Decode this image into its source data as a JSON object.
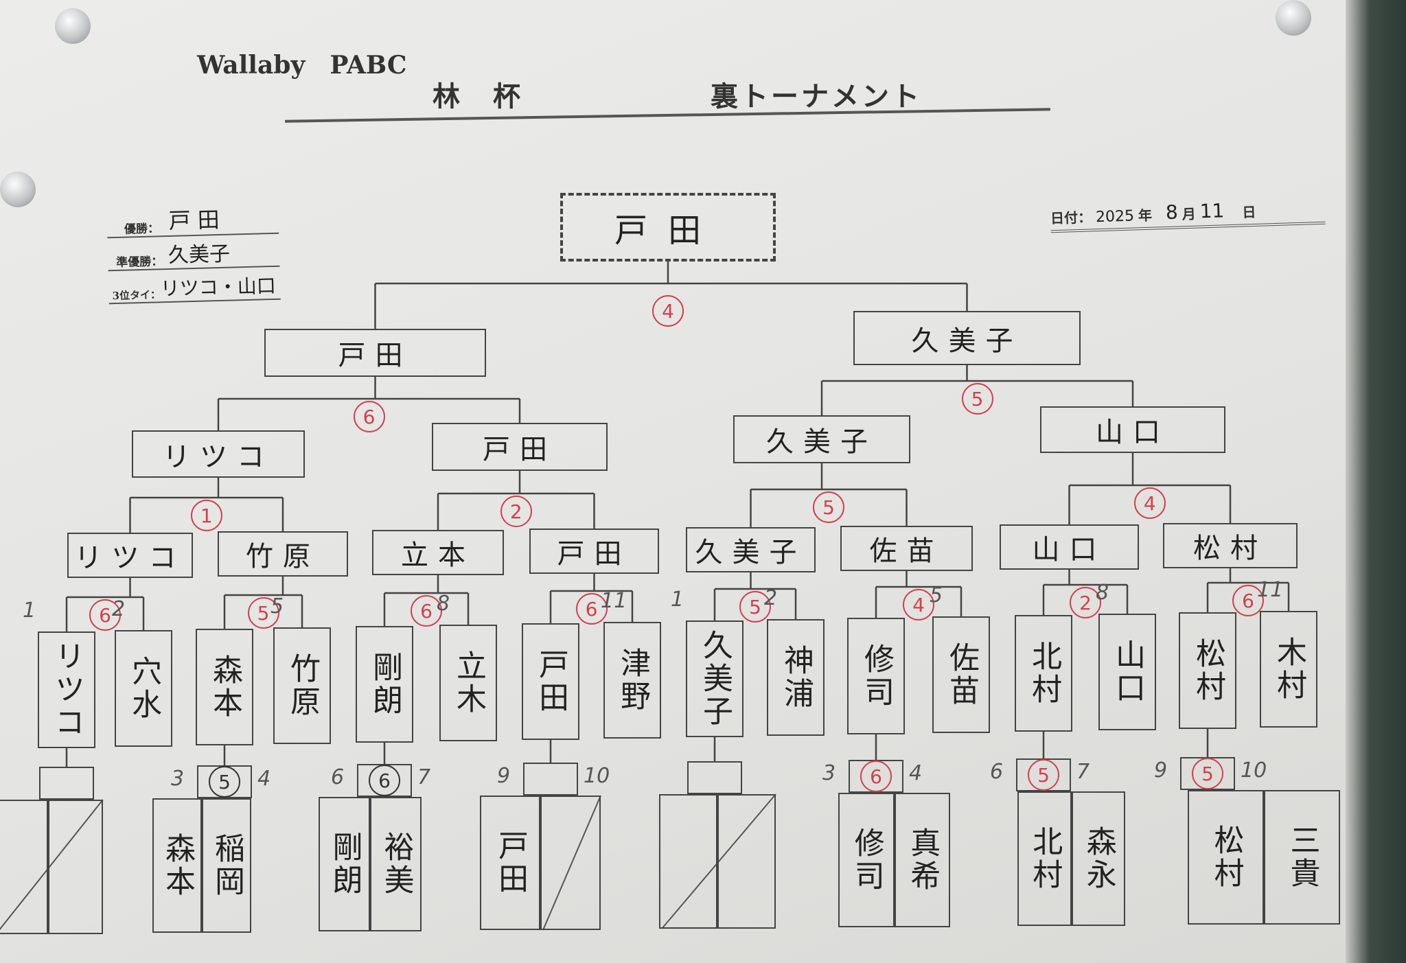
{
  "header": {
    "org": "Wallaby　PABC",
    "title_left": "林　杯",
    "title_right": "裏トーナメント"
  },
  "summary": {
    "winner_label": "優勝：",
    "winner": "戸田",
    "runner_label": "準優勝：",
    "runner": "久美子",
    "third_label": "3位タイ：",
    "third": "リツコ・山口"
  },
  "date": {
    "label": "日付：",
    "year": "2025",
    "year_unit": "年",
    "month": "8",
    "month_unit": "月",
    "day": "11",
    "day_unit": "日"
  },
  "champion": "戸田",
  "final_score": "4",
  "semifinal": [
    {
      "name": "戸田",
      "score": "6"
    },
    {
      "name": "久美子",
      "score": "5"
    }
  ],
  "quarterfinal": [
    {
      "name": "リツコ",
      "score": "1"
    },
    {
      "name": "戸田",
      "score": "2"
    },
    {
      "name": "久美子",
      "score": "5"
    },
    {
      "name": "山口",
      "score": "4"
    }
  ],
  "round16": [
    {
      "name": "リツコ",
      "score": "6"
    },
    {
      "name": "竹原",
      "score": "5"
    },
    {
      "name": "立本",
      "score": "6"
    },
    {
      "name": "戸田",
      "score": "6"
    },
    {
      "name": "久美子",
      "score": "5"
    },
    {
      "name": "佐苗",
      "score": "4"
    },
    {
      "name": "山口",
      "score": "2"
    },
    {
      "name": "松村",
      "score": "6"
    }
  ],
  "round32": [
    {
      "seed": "1",
      "name": "リツコ"
    },
    {
      "seed": "2",
      "name": "穴水"
    },
    {
      "seed": "",
      "name": "森本"
    },
    {
      "seed": "5",
      "name": "竹原"
    },
    {
      "seed": "",
      "name": "剛朗"
    },
    {
      "seed": "8",
      "name": "立木"
    },
    {
      "seed": "",
      "name": "戸田"
    },
    {
      "seed": "11",
      "name": "津野"
    },
    {
      "seed": "1",
      "name": "久美子"
    },
    {
      "seed": "2",
      "name": "神浦"
    },
    {
      "seed": "",
      "name": "修司"
    },
    {
      "seed": "5",
      "name": "佐苗"
    },
    {
      "seed": "",
      "name": "北村"
    },
    {
      "seed": "8",
      "name": "山口"
    },
    {
      "seed": "",
      "name": "松村"
    },
    {
      "seed": "11",
      "name": "木村"
    }
  ],
  "playin": [
    {
      "seeds": [
        "",
        ""
      ],
      "names": [
        "",
        ""
      ],
      "score": "",
      "bye": true
    },
    {
      "seeds": [
        "3",
        "4"
      ],
      "names": [
        "森本",
        "稲岡"
      ],
      "score": "5",
      "ink": "black"
    },
    {
      "seeds": [
        "6",
        "7"
      ],
      "names": [
        "剛朗",
        "裕美"
      ],
      "score": "6",
      "ink": "black"
    },
    {
      "seeds": [
        "9",
        "10"
      ],
      "names": [
        "戸田",
        ""
      ],
      "score": "",
      "bye": true
    },
    {
      "seeds": [
        "",
        ""
      ],
      "names": [
        "",
        ""
      ],
      "score": "",
      "bye": true
    },
    {
      "seeds": [
        "3",
        "4"
      ],
      "names": [
        "修司",
        "真希"
      ],
      "score": "6",
      "ink": "red"
    },
    {
      "seeds": [
        "6",
        "7"
      ],
      "names": [
        "北村",
        "森永"
      ],
      "score": "5",
      "ink": "red"
    },
    {
      "seeds": [
        "9",
        "10"
      ],
      "names": [
        "松村",
        "三貴"
      ],
      "score": "5",
      "ink": "red"
    }
  ],
  "colors": {
    "score_red": "#d2404c",
    "ink": "#222222",
    "paper": "#e6e6e4"
  }
}
